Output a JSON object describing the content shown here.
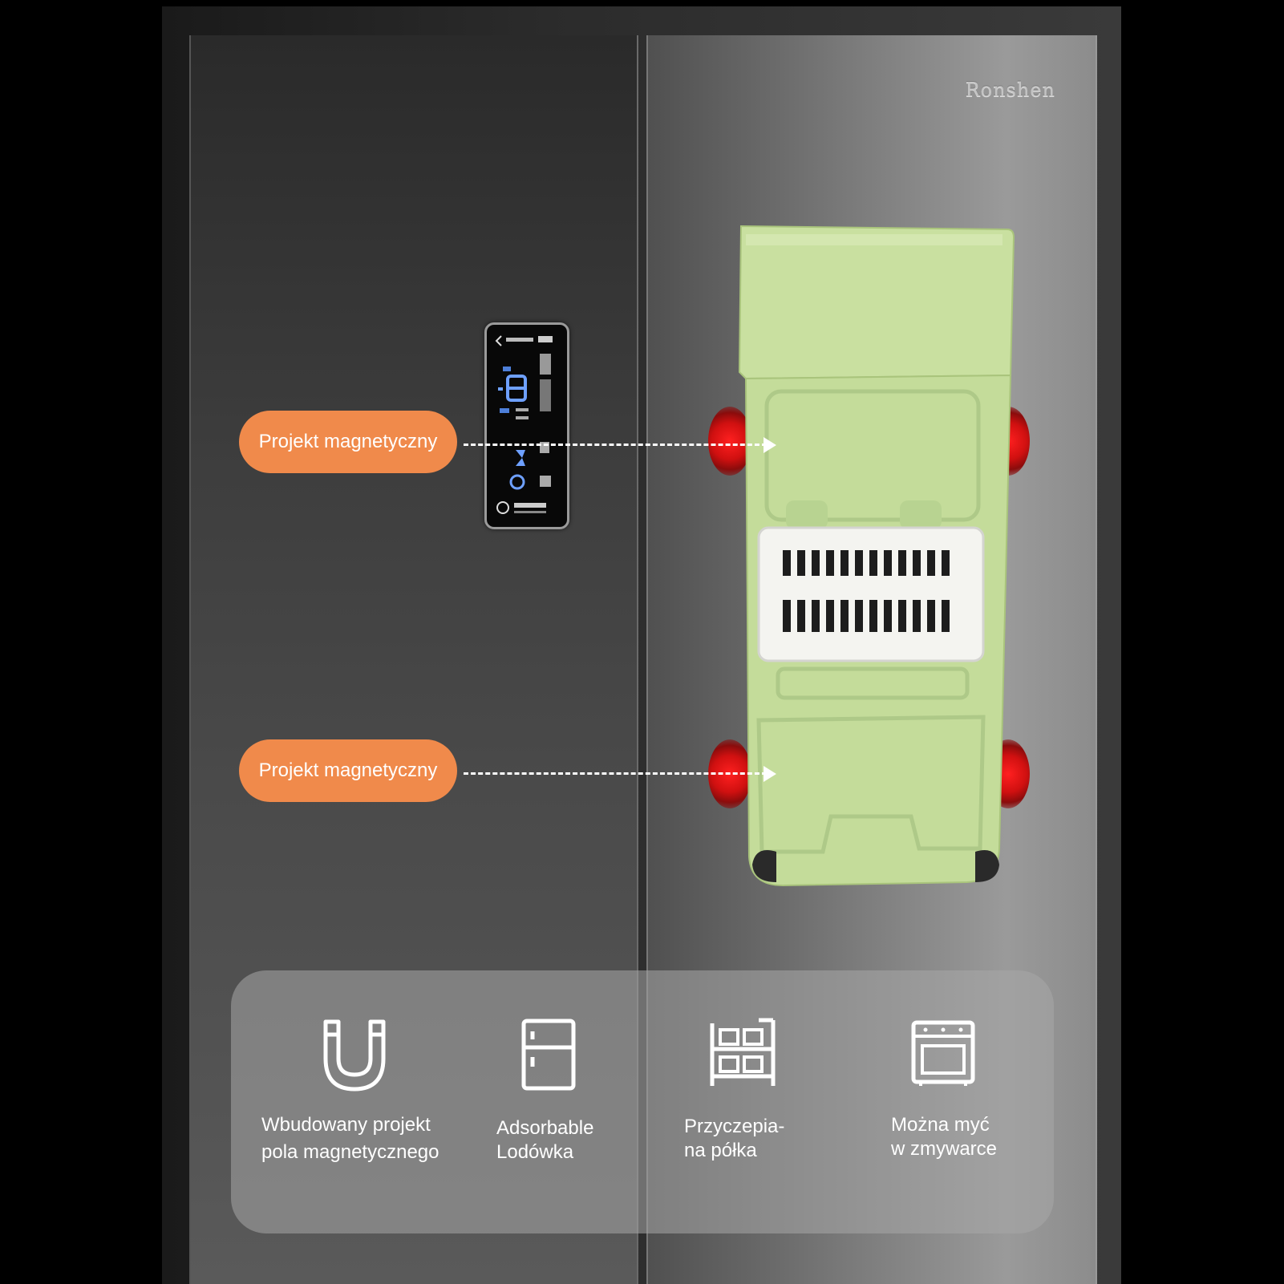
{
  "brand": "Ronshen",
  "callouts": [
    {
      "label": "Projekt magnetyczny"
    },
    {
      "label": "Projekt magnetyczny"
    }
  ],
  "features": [
    {
      "icon": "magnet-icon",
      "line1": "Wbudowany projekt",
      "line2": "pola magnetycznego"
    },
    {
      "icon": "fridge-icon",
      "line1": "Adsorbable",
      "line2": "Lodówka"
    },
    {
      "icon": "shelf-icon",
      "line1": "Przyczepia-",
      "line2": "na półka"
    },
    {
      "icon": "oven-icon",
      "line1": "Można myć",
      "line2": "w zmywarce"
    }
  ],
  "colors": {
    "callout": "#f08a4b",
    "shelf": "#c4dc9a",
    "magnet": "#e01818"
  }
}
